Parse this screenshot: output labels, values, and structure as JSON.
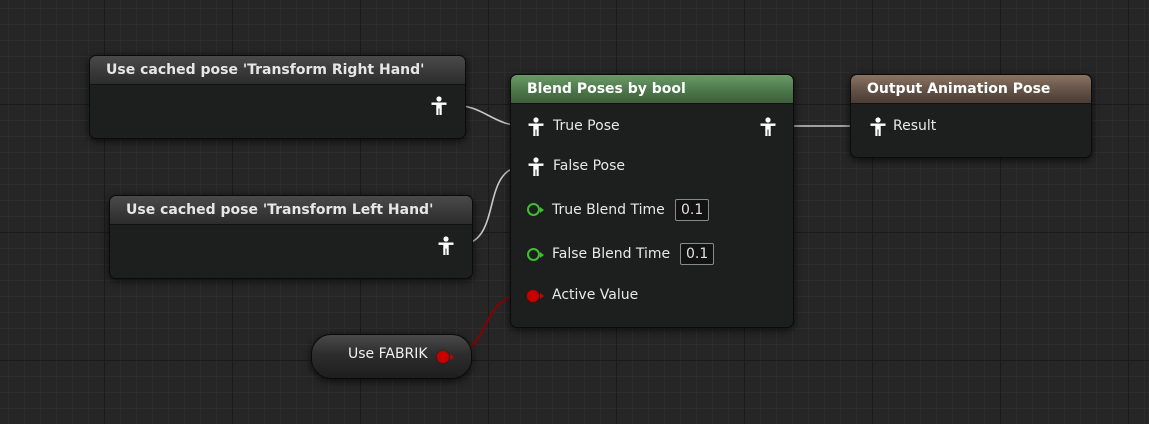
{
  "nodes": {
    "cached_right": {
      "title": "Use cached pose 'Transform Right Hand'",
      "output_pin": "pose-icon"
    },
    "cached_left": {
      "title": "Use cached pose 'Transform Left Hand'",
      "output_pin": "pose-icon"
    },
    "blend": {
      "title": "Blend Poses by bool",
      "header_color": "#5a8a57",
      "pins": {
        "true_pose": "True Pose",
        "false_pose": "False Pose",
        "true_blend_time": "True Blend Time",
        "true_blend_time_value": "0.1",
        "false_blend_time": "False Blend Time",
        "false_blend_time_value": "0.1",
        "active_value": "Active Value"
      }
    },
    "output": {
      "title": "Output Animation Pose",
      "header_color": "#7a6354",
      "pins": {
        "result": "Result"
      }
    },
    "variable": {
      "label": "Use FABRIK",
      "pin_color": "#c80000"
    }
  },
  "colors": {
    "pose_wire": "#c8c8c8",
    "float_pin": "#3fbf2f",
    "bool_wire": "#8a0000",
    "background": "#262626"
  }
}
